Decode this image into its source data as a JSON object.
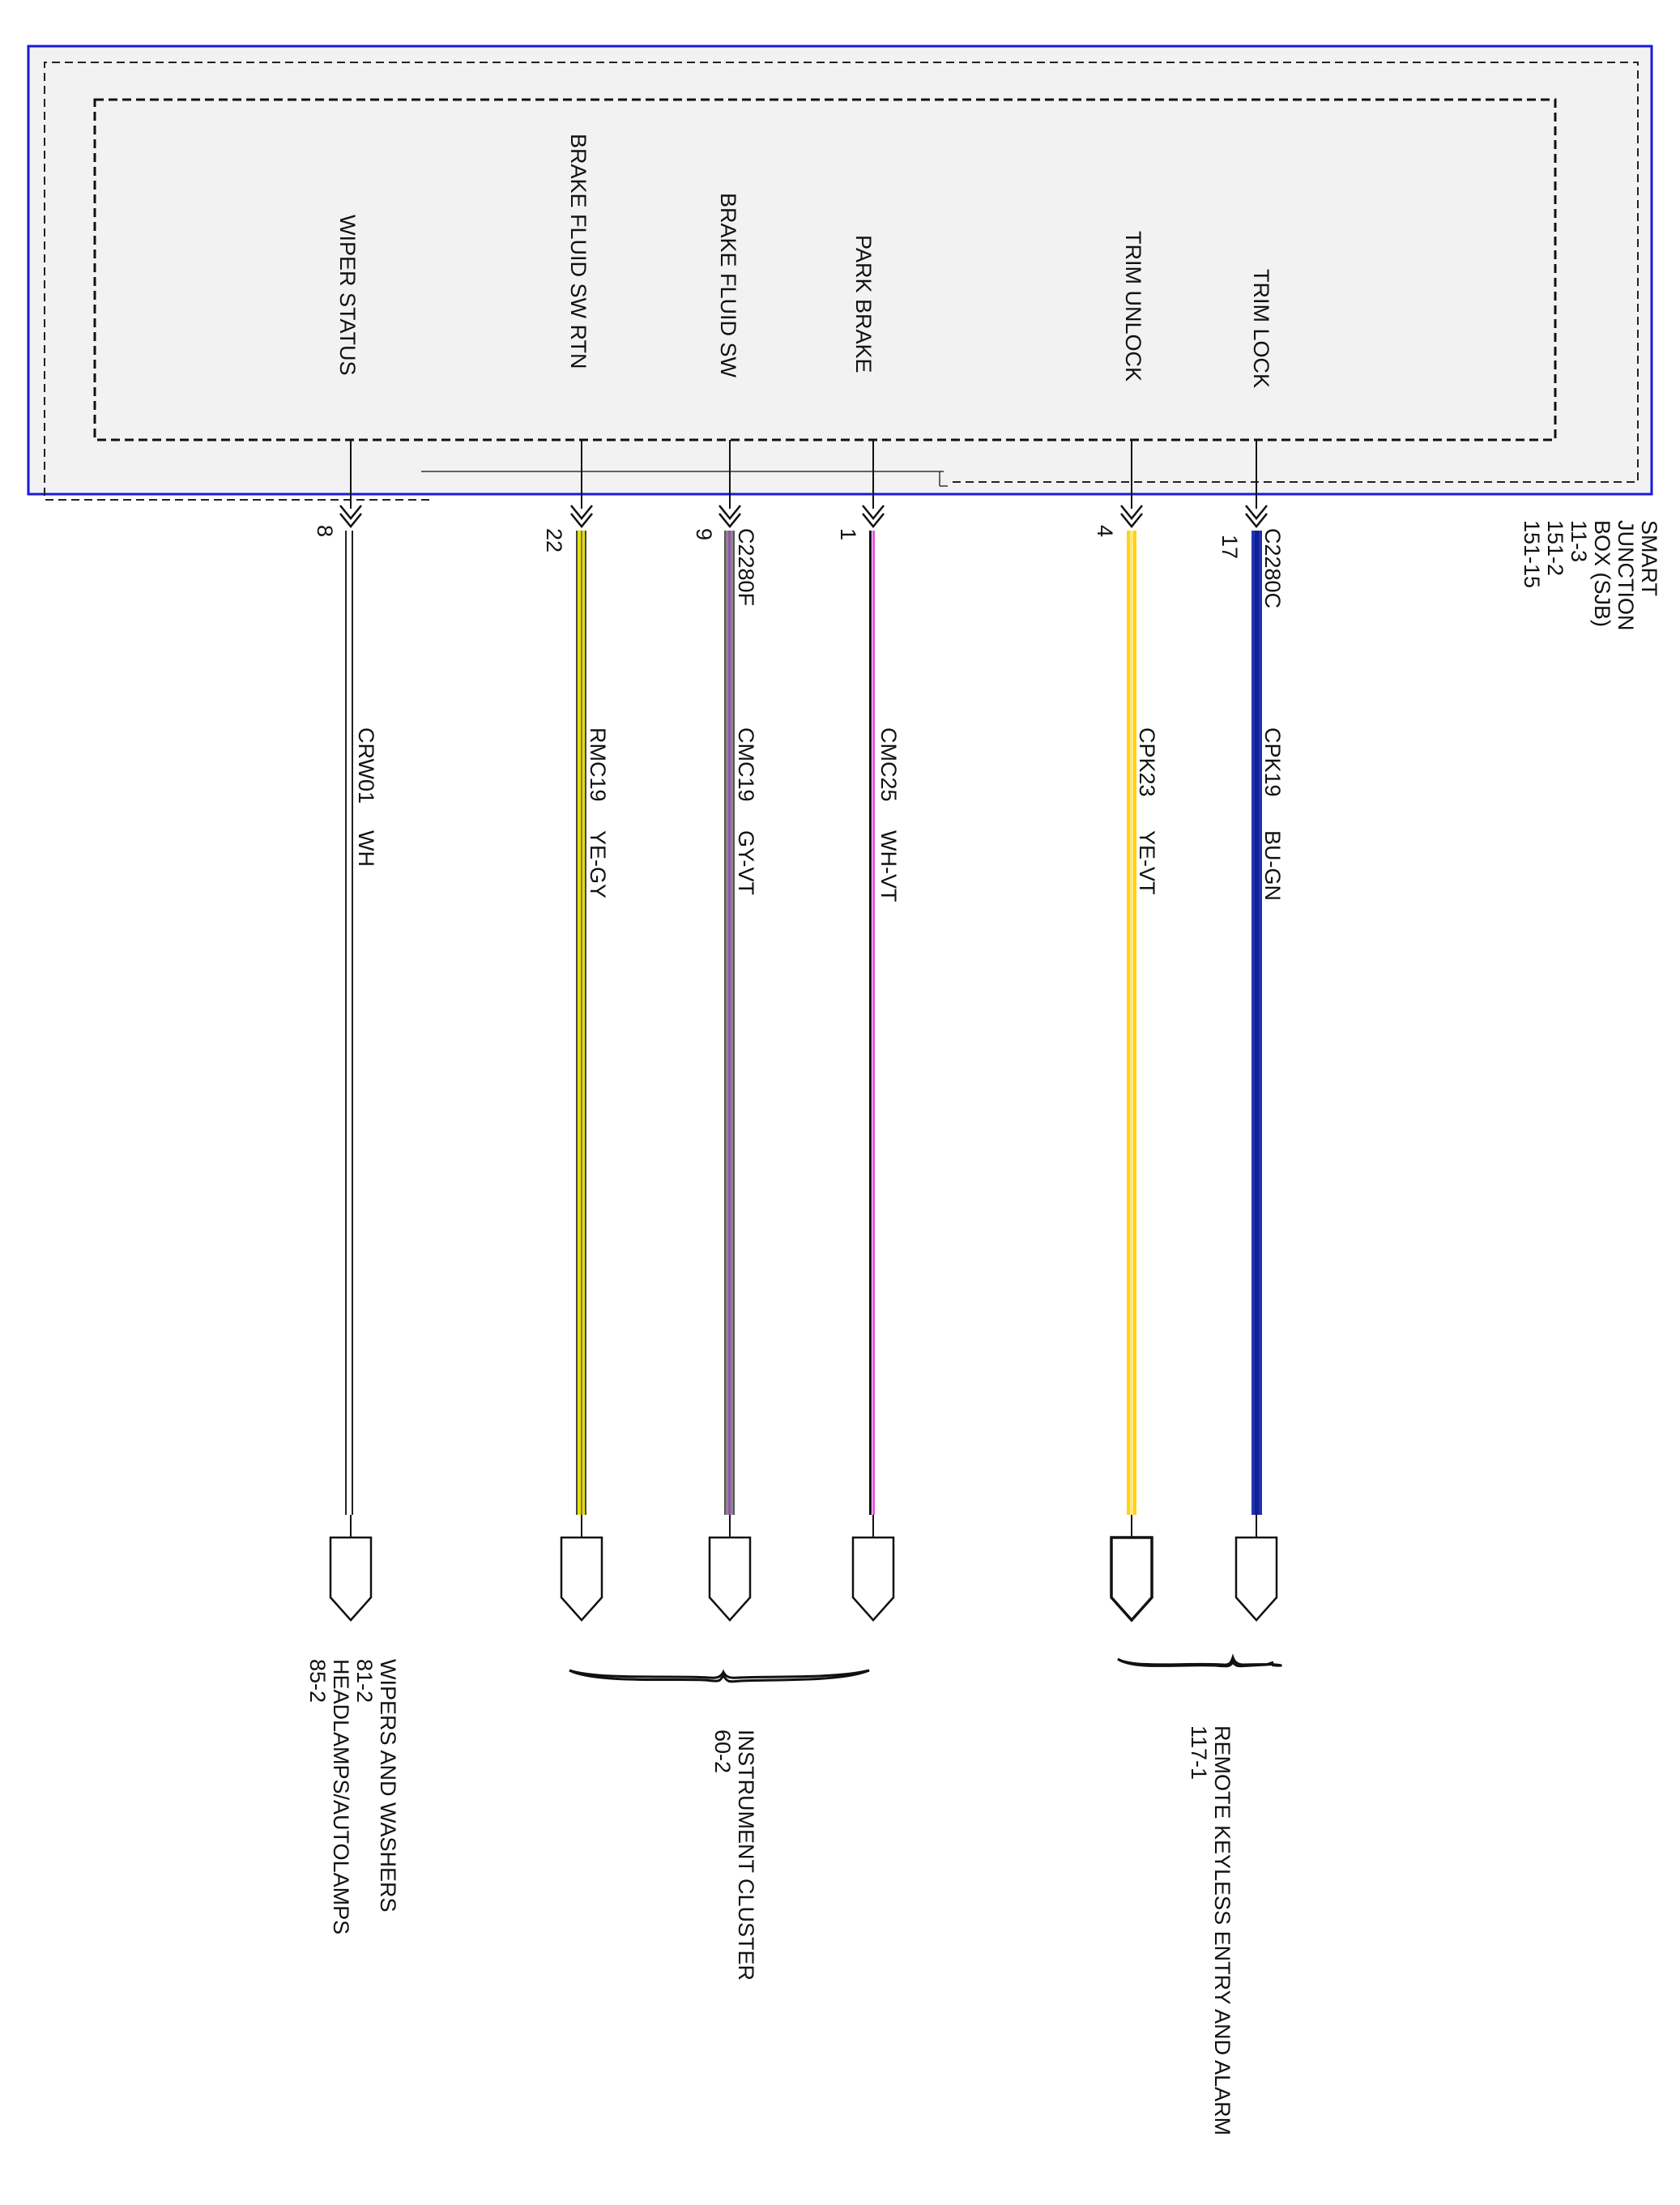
{
  "module": {
    "name_lines": [
      "SMART",
      "JUNCTION",
      "BOX (SJB)",
      "11-3",
      "151-2",
      "151-15"
    ],
    "border_color": "#1a1ad6",
    "fill_color": "#f2f2f2"
  },
  "circuits": [
    {
      "id": "trim-lock",
      "signal": "TRIM LOCK",
      "connector": "C2280C",
      "pin": "17",
      "circuit": "CPK19",
      "color_code": "BU-GN",
      "colors": [
        "#1f32b4",
        "#10218f"
      ]
    },
    {
      "id": "trim-unlock",
      "signal": "TRIM UNLOCK",
      "connector": "",
      "pin": "4",
      "circuit": "CPK23",
      "color_code": "YE-VT",
      "colors": [
        "#ffd21a",
        "#ffe680"
      ]
    },
    {
      "id": "park-brake",
      "signal": "PARK BRAKE",
      "connector": "",
      "pin": "1",
      "circuit": "CMC25",
      "color_code": "WH-VT",
      "colors": [
        "#111111",
        "#e455e4"
      ]
    },
    {
      "id": "brake-fluid-sw",
      "signal": "BRAKE FLUID SW",
      "connector": "C2280F",
      "pin": "9",
      "circuit": "CMC19",
      "color_code": "GY-VT",
      "colors": [
        "#8a8a8a",
        "#9a4fb0"
      ]
    },
    {
      "id": "brake-fluid-sw-rtn",
      "signal": "BRAKE FLUID SW RTN",
      "connector": "",
      "pin": "22",
      "circuit": "RMC19",
      "color_code": "YE-GY",
      "colors": [
        "#e8e000",
        "#777777"
      ]
    },
    {
      "id": "wiper-status",
      "signal": "WIPER STATUS",
      "connector": "",
      "pin": "8",
      "circuit": "CRW01",
      "color_code": "WH",
      "colors": [
        "#222222",
        "#ffffff"
      ]
    }
  ],
  "destinations": [
    {
      "id": "remote-keyless",
      "lines": [
        "REMOTE KEYLESS ENTRY AND ALARM",
        "117-1"
      ]
    },
    {
      "id": "instrument-cluster",
      "lines": [
        "INSTRUMENT CLUSTER",
        "60-2"
      ]
    },
    {
      "id": "wipers-headlamps",
      "lines": [
        "WIPERS AND WASHERS",
        "81-2",
        "HEADLAMPS/AUTOLAMPS",
        "85-2"
      ]
    }
  ]
}
